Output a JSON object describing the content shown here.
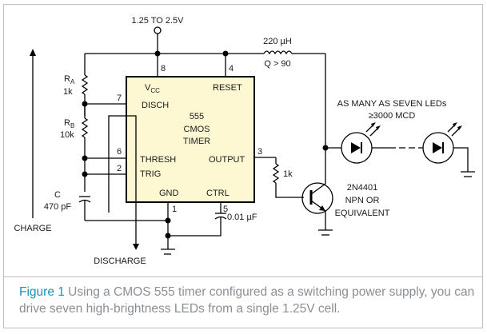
{
  "figure": {
    "colors": {
      "wire": "#000000",
      "chip_fill": "#fdf8d2",
      "border": "#bdbdbd",
      "caption_text": "#8a8f94",
      "figure_label": "#1a8fc0"
    },
    "supply": {
      "label": "1.25 TO 2.5V"
    },
    "inductor": {
      "value": "220 µH",
      "q": "Q > 90"
    },
    "chip": {
      "title_line1": "555",
      "title_line2": "CMOS",
      "title_line3": "TIMER",
      "pins": {
        "vcc": {
          "label": "V",
          "sub": "CC",
          "number": "8"
        },
        "reset": {
          "label": "RESET",
          "number": "4"
        },
        "disch": {
          "label": "DISCH",
          "number": "7"
        },
        "thresh": {
          "label": "THRESH",
          "number": "6"
        },
        "trig": {
          "label": "TRIG",
          "number": "2"
        },
        "output": {
          "label": "OUTPUT",
          "number": "3"
        },
        "gnd": {
          "label": "GND",
          "number": "1"
        },
        "ctrl": {
          "label": "CTRL",
          "number": "5"
        }
      }
    },
    "ra": {
      "name": "R",
      "sub": "A",
      "value": "1k"
    },
    "rb": {
      "name": "R",
      "sub": "B",
      "value": "10k"
    },
    "cap_timing": {
      "name": "C",
      "value": "470 pF"
    },
    "cap_ctrl": {
      "value": "0.01 µF"
    },
    "base_resistor": {
      "value": "1k"
    },
    "transistor": {
      "line1": "2N4401",
      "line2": "NPN OR",
      "line3": "EQUIVALENT"
    },
    "leds": {
      "line1": "AS MANY AS SEVEN LEDs",
      "line2": "≥3000 MCD"
    },
    "arrows": {
      "charge": "CHARGE",
      "discharge": "DISCHARGE"
    }
  },
  "caption": {
    "figure_label": "Figure 1",
    "text": " Using a CMOS 555 timer configured as a switching power supply, you can drive seven high-brightness LEDs from a single 1.25V cell."
  }
}
